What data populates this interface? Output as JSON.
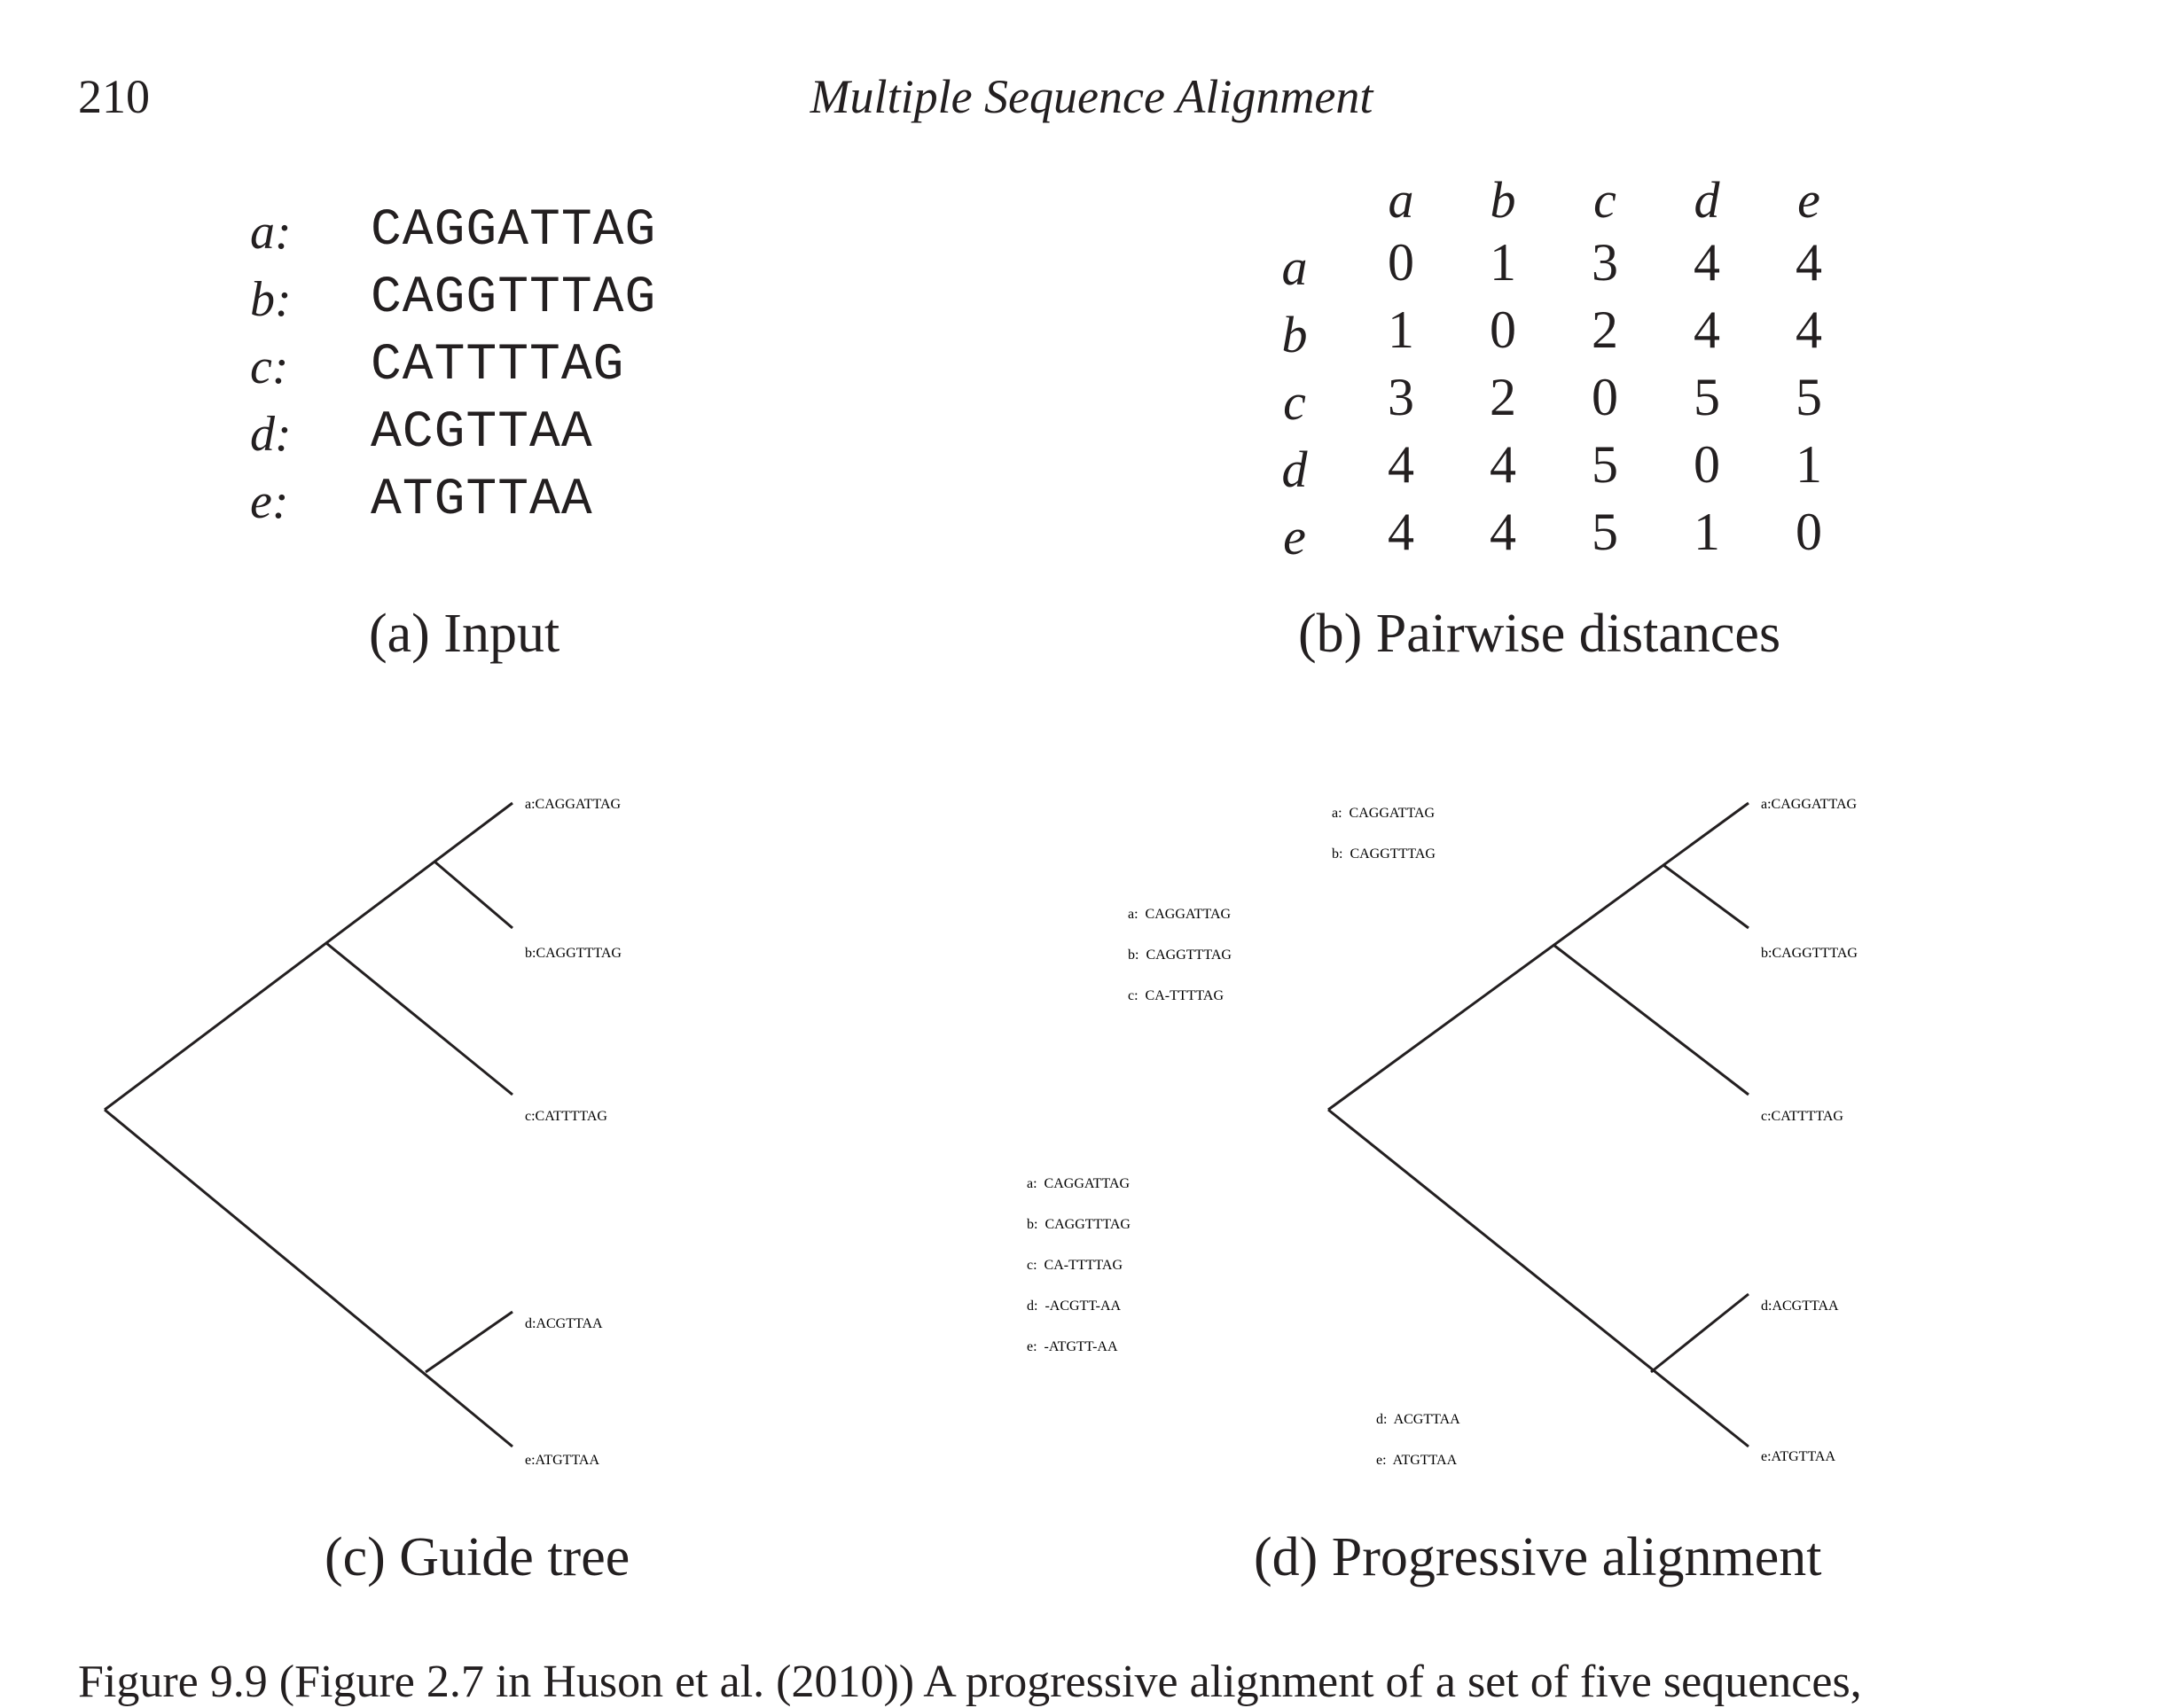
{
  "header": {
    "page_number": "210",
    "running_title": "Multiple Sequence Alignment"
  },
  "input": {
    "caption": "(a)  Input",
    "rows": [
      {
        "label": "a:",
        "seq": "CAGGATTAG"
      },
      {
        "label": "b:",
        "seq": "CAGGTTTAG"
      },
      {
        "label": "c:",
        "seq": "CATTTTAG"
      },
      {
        "label": "d:",
        "seq": "ACGTTAA"
      },
      {
        "label": "e:",
        "seq": "ATGTTAA"
      }
    ]
  },
  "distances": {
    "caption": "(b) Pairwise distances",
    "names": [
      "a",
      "b",
      "c",
      "d",
      "e"
    ],
    "matrix": [
      [
        "0",
        "1",
        "3",
        "4",
        "4"
      ],
      [
        "1",
        "0",
        "2",
        "4",
        "4"
      ],
      [
        "3",
        "2",
        "0",
        "5",
        "5"
      ],
      [
        "4",
        "4",
        "5",
        "0",
        "1"
      ],
      [
        "4",
        "4",
        "5",
        "1",
        "0"
      ]
    ]
  },
  "guide_tree": {
    "caption": "(c) Guide tree",
    "leaves": [
      {
        "label": "a",
        "seq": ":CAGGATTAG"
      },
      {
        "label": "b",
        "seq": ":CAGGTTTAG"
      },
      {
        "label": "c",
        "seq": ":CATTTTAG"
      },
      {
        "label": "d",
        "seq": ":ACGTTAA"
      },
      {
        "label": "e",
        "seq": ":ATGTTAA"
      }
    ]
  },
  "progressive": {
    "caption": "(d) Progressive alignment",
    "leaves": [
      {
        "label": "a",
        "seq": ":CAGGATTAG"
      },
      {
        "label": "b",
        "seq": ":CAGGTTTAG"
      },
      {
        "label": "c",
        "seq": ":CATTTTAG"
      },
      {
        "label": "d",
        "seq": ":ACGTTAA"
      },
      {
        "label": "e",
        "seq": ":ATGTTAA"
      }
    ],
    "alignment_ab": [
      {
        "label": "a",
        "seq": ":  CAGGATTAG"
      },
      {
        "label": "b",
        "seq": ":  CAGGTTTAG"
      }
    ],
    "alignment_abc": [
      {
        "label": "a",
        "seq": ":  CAGGATTAG"
      },
      {
        "label": "b",
        "seq": ":  CAGGTTTAG"
      },
      {
        "label": "c",
        "seq": ":  CA-TTTTAG"
      }
    ],
    "alignment_de": [
      {
        "label": "d",
        "seq": ":  ACGTTAA"
      },
      {
        "label": "e",
        "seq": ":  ATGTTAA"
      }
    ],
    "alignment_all": [
      {
        "label": "a",
        "seq": ":  CAGGATTAG"
      },
      {
        "label": "b",
        "seq": ":  CAGGTTTAG"
      },
      {
        "label": "c",
        "seq": ":  CA-TTTTAG"
      },
      {
        "label": "d",
        "seq": ":  -ACGTT-AA"
      },
      {
        "label": "e",
        "seq": ":  -ATGTT-AA"
      }
    ]
  },
  "figure_caption": "Figure 9.9  (Figure 2.7 in Huson et al. (2010))  A progressive alignment of a set of five sequences,"
}
